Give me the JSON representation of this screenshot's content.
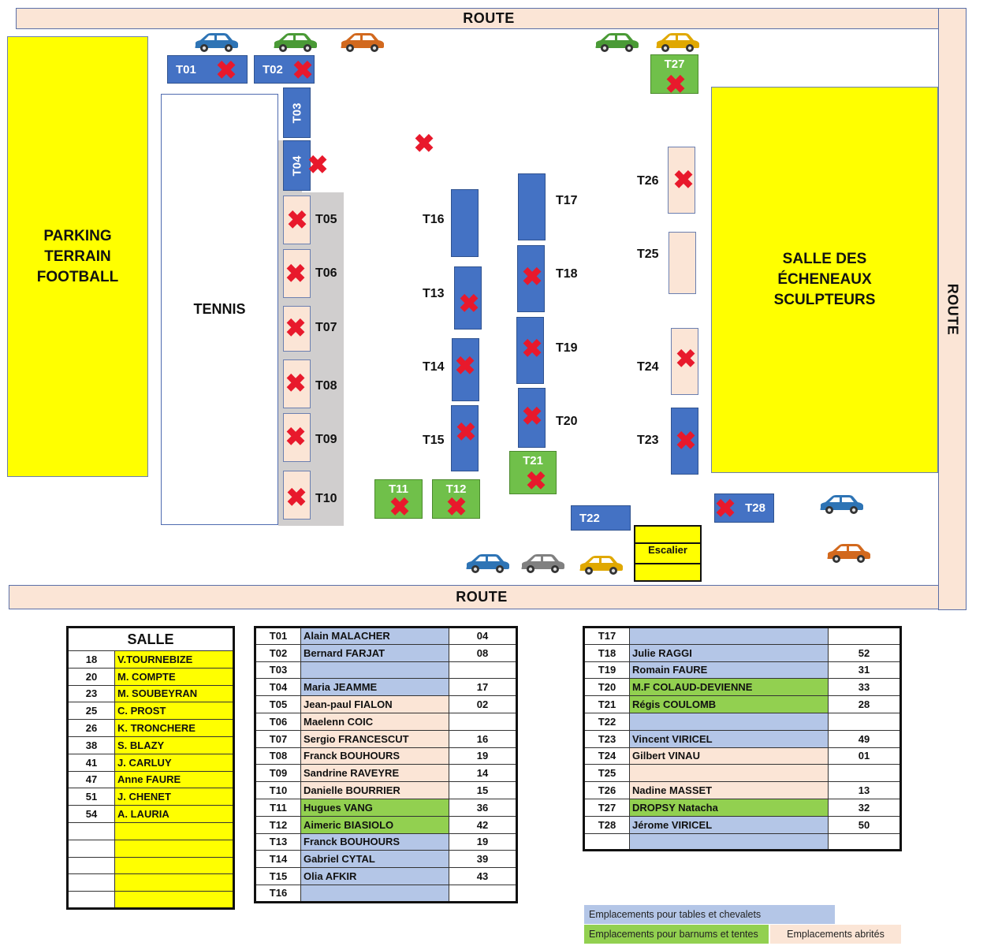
{
  "roads": {
    "top": "ROUTE",
    "bottom": "ROUTE",
    "right": "ROUTE"
  },
  "zones": {
    "parking": "PARKING\nTERRAIN\nFOOTBALL",
    "tennis": "TENNIS",
    "salle": "SALLE DES\nÉCHENEAUX\nSCULPTEURS",
    "escalier": "Escalier"
  },
  "stalls": {
    "T01": "T01",
    "T02": "T02",
    "T03": "T03",
    "T04": "T04",
    "T05": "T05",
    "T06": "T06",
    "T07": "T07",
    "T08": "T08",
    "T09": "T09",
    "T10": "T10",
    "T11": "T11",
    "T12": "T12",
    "T13": "T13",
    "T14": "T14",
    "T15": "T15",
    "T16": "T16",
    "T17": "T17",
    "T18": "T18",
    "T19": "T19",
    "T20": "T20",
    "T21": "T21",
    "T22": "T22",
    "T23": "T23",
    "T24": "T24",
    "T25": "T25",
    "T26": "T26",
    "T27": "T27",
    "T28": "T28"
  },
  "colors": {
    "car_blue": "#2e74b5",
    "car_green": "#4a9a36",
    "car_orange": "#d2691e",
    "car_gold": "#e0a800",
    "car_grey": "#808080",
    "reserved_mark": "#e8192c"
  },
  "salle_table": {
    "title": "SALLE",
    "rows": [
      {
        "num": "18",
        "name": "V.TOURNEBIZE"
      },
      {
        "num": "20",
        "name": "M. COMPTE"
      },
      {
        "num": "23",
        "name": "M. SOUBEYRAN"
      },
      {
        "num": "25",
        "name": "C. PROST"
      },
      {
        "num": "26",
        "name": "K. TRONCHERE"
      },
      {
        "num": "38",
        "name": "S. BLAZY"
      },
      {
        "num": "41",
        "name": "J. CARLUY"
      },
      {
        "num": "47",
        "name": "Anne FAURE"
      },
      {
        "num": "51",
        "name": "J. CHENET"
      },
      {
        "num": "54",
        "name": "A. LAURIA"
      },
      {
        "num": "",
        "name": ""
      },
      {
        "num": "",
        "name": ""
      },
      {
        "num": "",
        "name": ""
      },
      {
        "num": "",
        "name": ""
      },
      {
        "num": "",
        "name": ""
      }
    ]
  },
  "table1": [
    {
      "code": "T01",
      "name": "Alain MALACHER",
      "num": "04",
      "type": "blue"
    },
    {
      "code": "T02",
      "name": "Bernard FARJAT",
      "num": "08",
      "type": "blue"
    },
    {
      "code": "T03",
      "name": "",
      "num": "",
      "type": "blue"
    },
    {
      "code": "T04",
      "name": "Maria JEAMME",
      "num": "17",
      "type": "blue"
    },
    {
      "code": "T05",
      "name": "Jean-paul FIALON",
      "num": "02",
      "type": "peach"
    },
    {
      "code": "T06",
      "name": "Maelenn COIC",
      "num": "",
      "type": "peach"
    },
    {
      "code": "T07",
      "name": "Sergio FRANCESCUT",
      "num": "16",
      "type": "peach"
    },
    {
      "code": "T08",
      "name": "Franck BOUHOURS",
      "num": "19",
      "type": "peach"
    },
    {
      "code": "T09",
      "name": "Sandrine RAVEYRE",
      "num": "14",
      "type": "peach"
    },
    {
      "code": "T10",
      "name": "Danielle BOURRIER",
      "num": "15",
      "type": "peach"
    },
    {
      "code": "T11",
      "name": "Hugues VANG",
      "num": "36",
      "type": "green"
    },
    {
      "code": "T12",
      "name": "Aimeric BIASIOLO",
      "num": "42",
      "type": "green"
    },
    {
      "code": "T13",
      "name": "Franck BOUHOURS",
      "num": "19",
      "type": "blue"
    },
    {
      "code": "T14",
      "name": "Gabriel CYTAL",
      "num": "39",
      "type": "blue"
    },
    {
      "code": "T15",
      "name": "Olia AFKIR",
      "num": "43",
      "type": "blue"
    },
    {
      "code": "T16",
      "name": "",
      "num": "",
      "type": "blue"
    }
  ],
  "table2": [
    {
      "code": "T17",
      "name": "",
      "num": "",
      "type": "blue"
    },
    {
      "code": "T18",
      "name": "Julie RAGGI",
      "num": "52",
      "type": "blue"
    },
    {
      "code": "T19",
      "name": "Romain FAURE",
      "num": "31",
      "type": "blue"
    },
    {
      "code": "T20",
      "name": "M.F COLAUD-DEVIENNE",
      "num": "33",
      "type": "green"
    },
    {
      "code": "T21",
      "name": "Régis COULOMB",
      "num": "28",
      "type": "green"
    },
    {
      "code": "T22",
      "name": "",
      "num": "",
      "type": "blue"
    },
    {
      "code": "T23",
      "name": "Vincent VIRICEL",
      "num": "49",
      "type": "blue"
    },
    {
      "code": "T24",
      "name": "Gilbert VINAU",
      "num": "01",
      "type": "peach"
    },
    {
      "code": "T25",
      "name": "",
      "num": "",
      "type": "peach"
    },
    {
      "code": "T26",
      "name": "Nadine MASSET",
      "num": "13",
      "type": "peach"
    },
    {
      "code": "T27",
      "name": "DROPSY Natacha",
      "num": "32",
      "type": "green"
    },
    {
      "code": "T28",
      "name": "Jérome VIRICEL",
      "num": "50",
      "type": "blue"
    },
    {
      "code": "",
      "name": "",
      "num": "",
      "type": "blue"
    }
  ],
  "legend": {
    "blue": "Emplacements pour tables et chevalets",
    "green": "Emplacements pour barnums et tentes",
    "peach": "Emplacements abrités"
  }
}
